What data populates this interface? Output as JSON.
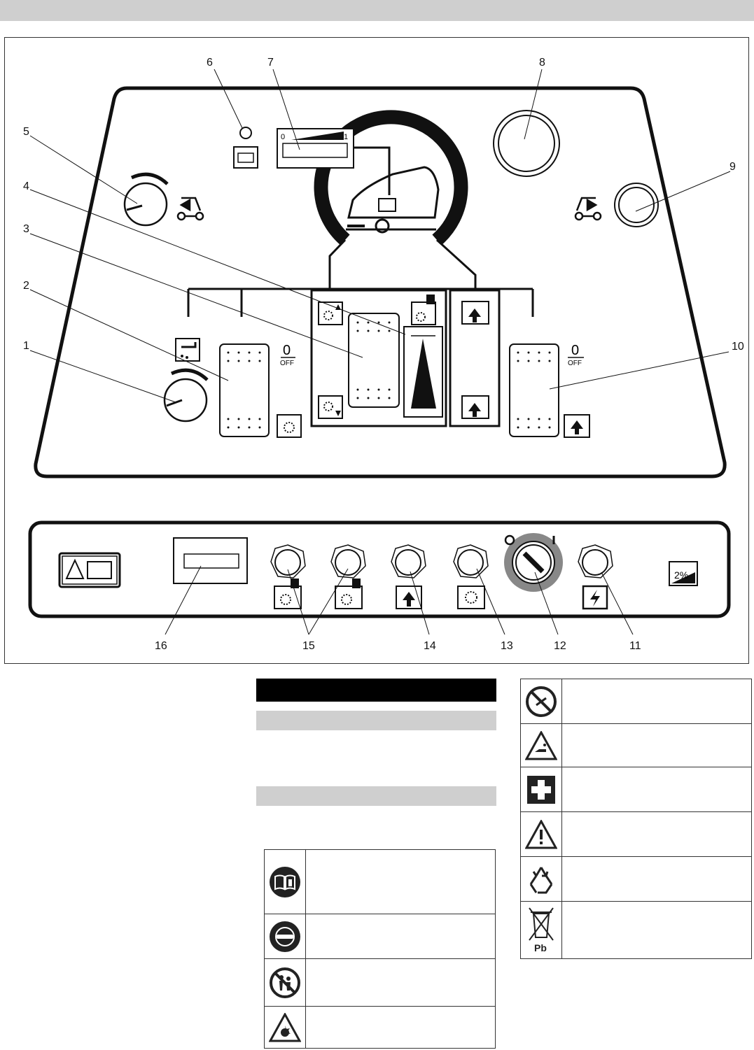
{
  "callouts": {
    "c1": "1",
    "c2": "2",
    "c3": "3",
    "c4": "4",
    "c5": "5",
    "c6": "6",
    "c7": "7",
    "c8": "8",
    "c9": "9",
    "c10": "10",
    "c11": "11",
    "c12": "12",
    "c13": "13",
    "c14": "14",
    "c15": "15",
    "c16": "16"
  },
  "panel": {
    "off_zero": "0",
    "off_text": "OFF",
    "meter_min": "0",
    "meter_max": "1",
    "key_off": "O",
    "key_on": "I",
    "slope": "2%",
    "pb": "Pb"
  },
  "icons": {
    "left_table": [
      "read-manual-icon",
      "eye-protection-icon",
      "keep-children-away-icon",
      "explosion-hazard-icon"
    ],
    "right_table": [
      "no-smoking-icon",
      "corrosive-acid-icon",
      "first-aid-icon",
      "warning-icon",
      "recycling-icon",
      "waste-bin-crossed-icon"
    ]
  },
  "colors": {
    "header_gray": "#cfcfcf",
    "header_dark": "#000000",
    "line": "#111111",
    "key_ring": "#888888"
  }
}
